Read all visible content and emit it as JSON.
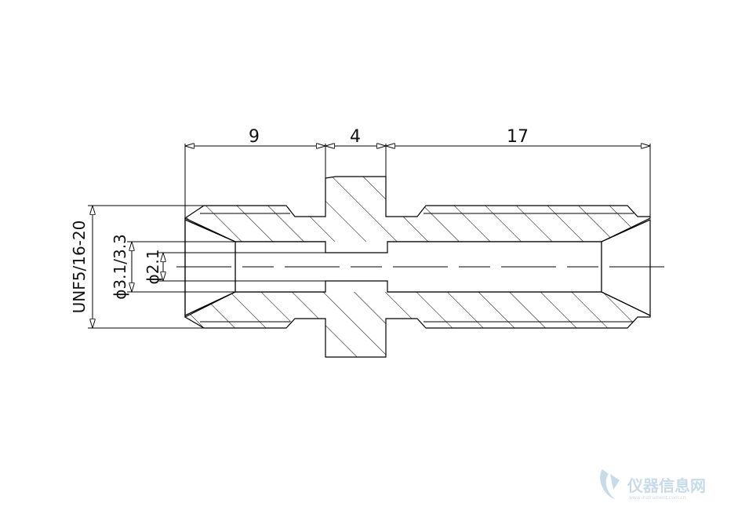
{
  "dimensions": {
    "length_1": "9",
    "length_2": "4",
    "length_3": "17",
    "thread": "UNF5/16-20",
    "bore_diameters": "ϕ3.1/3.3",
    "inner_diameter": "ϕ2.1"
  },
  "watermark": {
    "text": "仪器信息网",
    "sub": "www.instrument.com.cn"
  },
  "colors": {
    "line": "#000000",
    "hatch": "#000000",
    "watermark": "#c7dbe9"
  }
}
